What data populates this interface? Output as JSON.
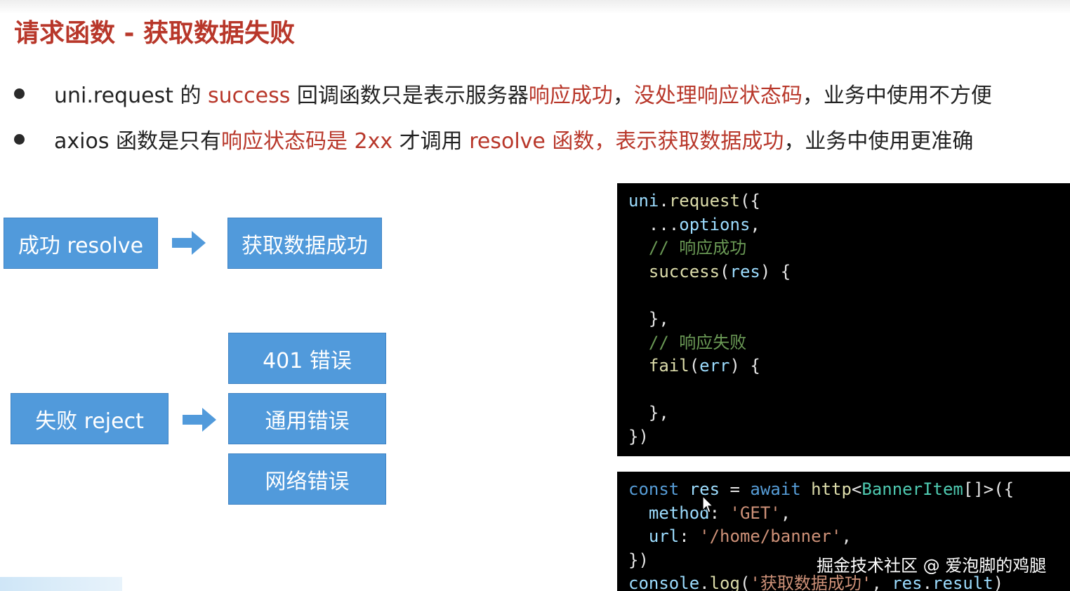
{
  "title": "请求函数 - 获取数据失败",
  "bullets": [
    [
      {
        "text": "uni.request 的 ",
        "hl": false
      },
      {
        "text": "success",
        "hl": true
      },
      {
        "text": " 回调函数只是表示服务器",
        "hl": false
      },
      {
        "text": "响应成功",
        "hl": true
      },
      {
        "text": "，",
        "hl": false
      },
      {
        "text": "没处理响应状态码",
        "hl": true
      },
      {
        "text": "，业务中使用不方便",
        "hl": false
      }
    ],
    [
      {
        "text": "axios 函数是只有",
        "hl": false
      },
      {
        "text": "响应状态码是 2xx",
        "hl": true
      },
      {
        "text": " 才调用 ",
        "hl": false
      },
      {
        "text": "resolve 函数，表示获取数据成功",
        "hl": true
      },
      {
        "text": "，业务中使用更准确",
        "hl": false
      }
    ]
  ],
  "diagram": {
    "success_label": "成功 resolve",
    "success_result": "获取数据成功",
    "fail_label": "失败 reject",
    "fail_results": [
      "401 错误",
      "通用错误",
      "网络错误"
    ]
  },
  "code_top": [
    [
      {
        "t": "uni",
        "c": "var"
      },
      {
        "t": ".",
        "c": "punc"
      },
      {
        "t": "request",
        "c": "fn"
      },
      {
        "t": "({",
        "c": "punc"
      }
    ],
    [
      {
        "t": "  ...",
        "c": "punc"
      },
      {
        "t": "options",
        "c": "var"
      },
      {
        "t": ",",
        "c": "punc"
      }
    ],
    [
      {
        "t": "  // 响应成功",
        "c": "cm"
      }
    ],
    [
      {
        "t": "  success",
        "c": "fn"
      },
      {
        "t": "(",
        "c": "punc"
      },
      {
        "t": "res",
        "c": "var"
      },
      {
        "t": ") {",
        "c": "punc"
      }
    ],
    [],
    [
      {
        "t": "  },",
        "c": "punc"
      }
    ],
    [
      {
        "t": "  // 响应失败",
        "c": "cm"
      }
    ],
    [
      {
        "t": "  fail",
        "c": "fn"
      },
      {
        "t": "(",
        "c": "punc"
      },
      {
        "t": "err",
        "c": "var"
      },
      {
        "t": ") {",
        "c": "punc"
      }
    ],
    [],
    [
      {
        "t": "  },",
        "c": "punc"
      }
    ],
    [
      {
        "t": "})",
        "c": "punc"
      }
    ]
  ],
  "code_bottom": [
    [
      {
        "t": "const",
        "c": "kw"
      },
      {
        "t": " ",
        "c": "punc"
      },
      {
        "t": "res",
        "c": "var"
      },
      {
        "t": " = ",
        "c": "punc"
      },
      {
        "t": "await",
        "c": "kw"
      },
      {
        "t": " ",
        "c": "punc"
      },
      {
        "t": "http",
        "c": "fn"
      },
      {
        "t": "<",
        "c": "punc"
      },
      {
        "t": "BannerItem",
        "c": "type"
      },
      {
        "t": "[]>({",
        "c": "punc"
      }
    ],
    [
      {
        "t": "  method",
        "c": "var"
      },
      {
        "t": ": ",
        "c": "punc"
      },
      {
        "t": "'GET'",
        "c": "str"
      },
      {
        "t": ",",
        "c": "punc"
      }
    ],
    [
      {
        "t": "  url",
        "c": "var"
      },
      {
        "t": ": ",
        "c": "punc"
      },
      {
        "t": "'/home/banner'",
        "c": "str"
      },
      {
        "t": ",",
        "c": "punc"
      }
    ],
    [
      {
        "t": "})",
        "c": "punc"
      }
    ],
    [
      {
        "t": "console",
        "c": "var"
      },
      {
        "t": ".",
        "c": "punc"
      },
      {
        "t": "log",
        "c": "fn"
      },
      {
        "t": "(",
        "c": "punc"
      },
      {
        "t": "'获取数据成功'",
        "c": "str"
      },
      {
        "t": ", ",
        "c": "punc"
      },
      {
        "t": "res",
        "c": "var"
      },
      {
        "t": ".",
        "c": "punc"
      },
      {
        "t": "result",
        "c": "var"
      },
      {
        "t": ")",
        "c": "punc"
      }
    ]
  ],
  "watermark": "掘金技术社区 @ 爱泡脚的鸡腿",
  "colors": {
    "highlight": "#b8372a",
    "box": "#519adb",
    "code_bg": "#000000"
  }
}
